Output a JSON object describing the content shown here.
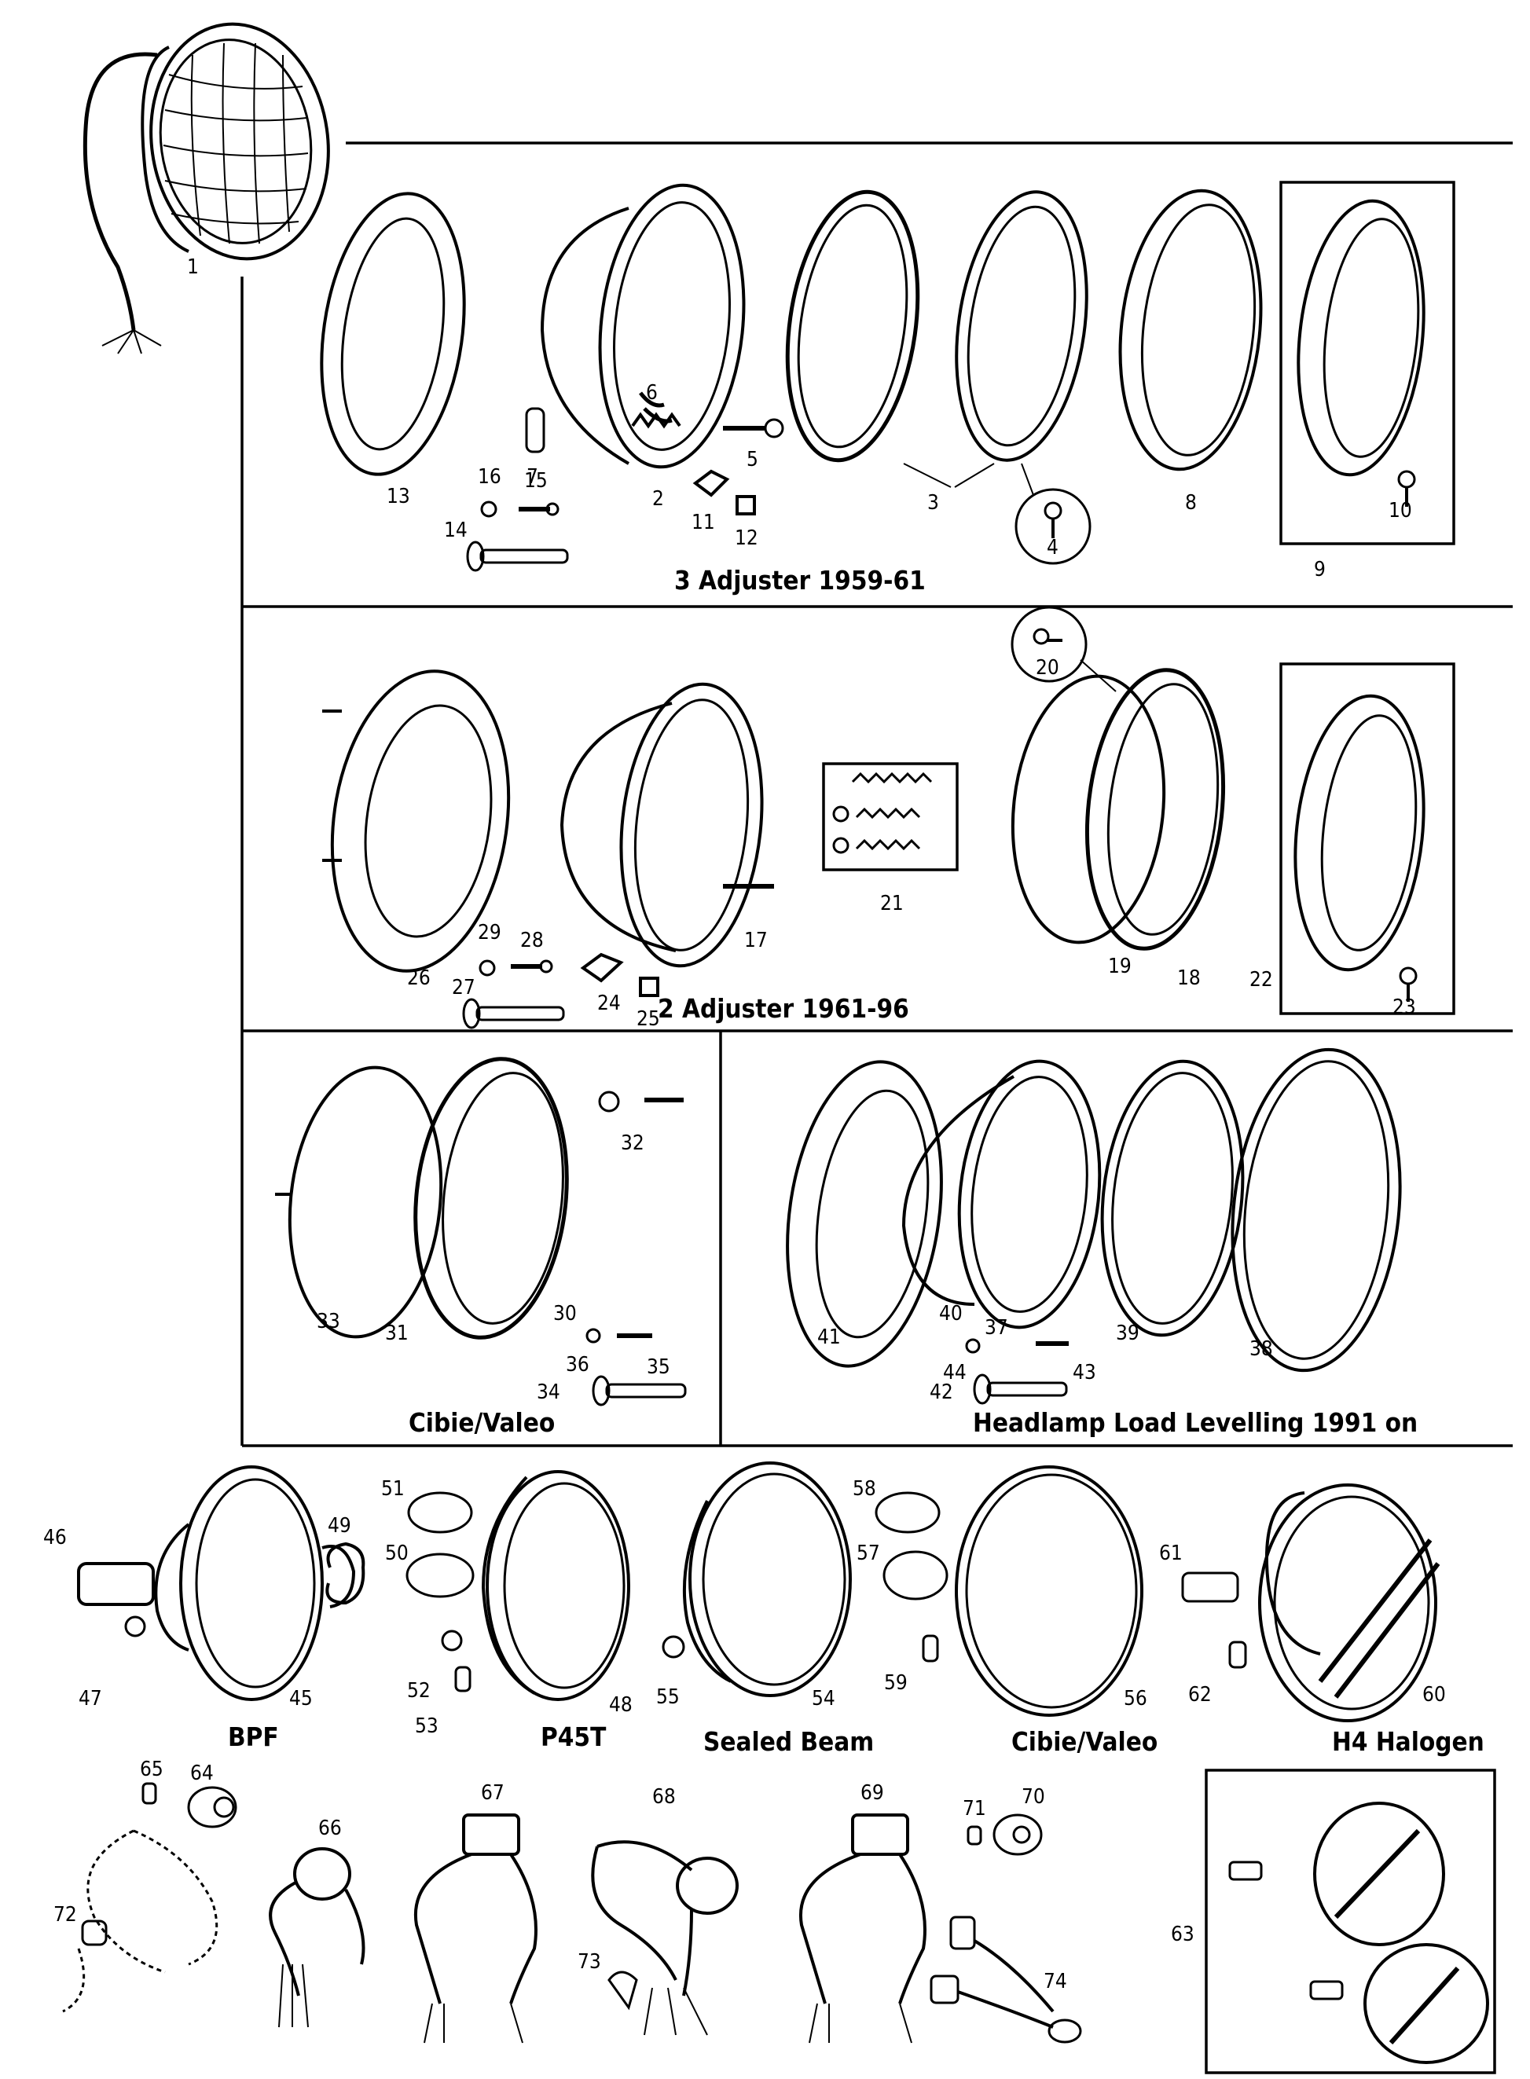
{
  "sections": {
    "adjuster3": {
      "caption": "3 Adjuster 1959-61"
    },
    "adjuster2": {
      "caption": "2 Adjuster 1961-96"
    },
    "cibie_valeo_unit": {
      "caption": "Cibie/Valeo"
    },
    "load_levelling": {
      "caption": "Headlamp Load Levelling 1991 on"
    }
  },
  "light_units": [
    {
      "caption": "BPF"
    },
    {
      "caption": "P45T"
    },
    {
      "caption": "Sealed Beam"
    },
    {
      "caption": "Cibie/Valeo"
    },
    {
      "caption": "H4 Halogen"
    }
  ],
  "callouts": [
    "1",
    "2",
    "3",
    "4",
    "5",
    "6",
    "7",
    "8",
    "9",
    "10",
    "11",
    "12",
    "13",
    "14",
    "15",
    "16",
    "17",
    "18",
    "19",
    "20",
    "21",
    "22",
    "23",
    "24",
    "25",
    "26",
    "27",
    "28",
    "29",
    "30",
    "31",
    "32",
    "33",
    "34",
    "35",
    "36",
    "37",
    "38",
    "39",
    "40",
    "41",
    "42",
    "43",
    "44",
    "45",
    "46",
    "47",
    "48",
    "49",
    "50",
    "51",
    "52",
    "53",
    "54",
    "55",
    "56",
    "57",
    "58",
    "59",
    "60",
    "61",
    "62",
    "63",
    "64",
    "65",
    "66",
    "67",
    "68",
    "69",
    "70",
    "71",
    "72",
    "73",
    "74"
  ]
}
